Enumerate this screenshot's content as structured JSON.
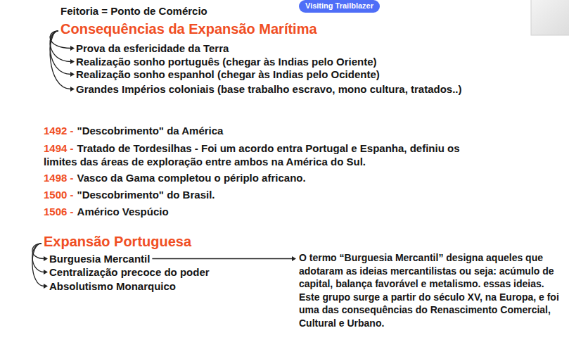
{
  "diagram": {
    "nodes": [
      {
        "text": [
          "Visiting Trailblazer"
        ]
      },
      {
        "text": [
          "Consequências da Expansão Marítima"
        ]
      },
      {
        "text": [
          "Prova da esfericidade da Terra"
        ]
      },
      {
        "text": [
          "Realização sonho português (chegar às Indias pelo Oriente)"
        ]
      },
      {
        "text": [
          "Realização sonho espanhol (chegar às Indias pelo Ocidente)"
        ]
      },
      {
        "text": [
          "Grandes Impérios coloniais (base trabalho escravo, mono cultura, tratados..)"
        ]
      },
      {
        "text": [
          "Expansão Portuguesa"
        ]
      },
      {
        "text": [
          "Burguesia Mercantil"
        ]
      },
      {
        "text": [
          "Centralização precoce do poder"
        ]
      },
      {
        "text": [
          "Absolutismo Monarquico"
        ]
      },
      {
        "text": [
          "O termo “Burguesia Mercantil” designa aqueles que adotaram as ideias mercantilistas ou seja: acúmulo de capital, balança favorável e metalismo. essas ideias. Este grupo surge a partir do século XV, na Europa, e foi uma das consequências do Renascimento Comercial, Cultural e Urbano."
        ]
      }
    ],
    "edges": [
      {
        "from": 1,
        "to": 2,
        "arrow": "to"
      },
      {
        "from": 1,
        "to": 3,
        "arrow": "to"
      },
      {
        "from": 1,
        "to": 4,
        "arrow": "to"
      },
      {
        "from": 1,
        "to": 5,
        "arrow": "to"
      },
      {
        "from": 6,
        "to": 7,
        "arrow": "to"
      },
      {
        "from": 6,
        "to": 8,
        "arrow": "to"
      },
      {
        "from": 6,
        "to": 9,
        "arrow": "to"
      },
      {
        "from": 7,
        "to": 10,
        "arrow": "to"
      }
    ],
    "labels": [
      "Feitoria = Ponto de Comércio",
      "1492 -",
      "\"Descobrimento\" da América",
      "1494 -",
      "Tratado de Tordesilhas - Foi um acordo entra Portugal e Espanha, definiu os limites das áreas de exploração entre ambos na América do Sul.",
      "1498 -",
      "Vasco da Gama completou o périplo africano.",
      "1500 -",
      "\"Descobrimento\" do Brasil.",
      "1506 -",
      "Américo Vespúcio"
    ]
  }
}
